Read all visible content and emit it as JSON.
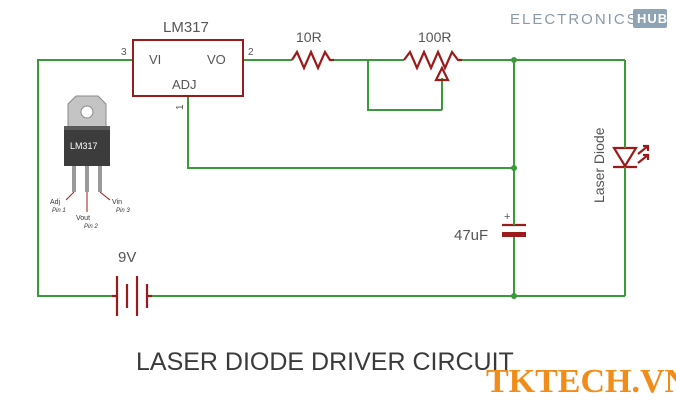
{
  "branding": {
    "name": "ELECTRONICS",
    "badge": "HUB",
    "badge_color": "#8ea3b4"
  },
  "diagram": {
    "title": "LASER DIODE DRIVER CIRCUIT",
    "regulator": {
      "label": "LM317",
      "vi": "VI",
      "vo": "VO",
      "adj": "ADJ",
      "pin_vi": "3",
      "pin_vo": "2",
      "pin_adj": "1"
    },
    "package": {
      "label": "LM317",
      "adj": "Adj",
      "adj_pin": "Pin 1",
      "vout": "Vout",
      "vout_pin": "Pin 2",
      "vin": "Vin",
      "vin_pin": "Pin 3"
    },
    "resistor_fixed": "10R",
    "resistor_variable": "100R",
    "capacitor": "47uF",
    "capacitor_polarity": "+",
    "laser": "Laser Diode",
    "battery": "9V",
    "wire_color": "#3a9a3a",
    "component_color": "#9b1b1b"
  },
  "watermark": {
    "text": "TKTECH.VN",
    "color": "#f28c18"
  }
}
